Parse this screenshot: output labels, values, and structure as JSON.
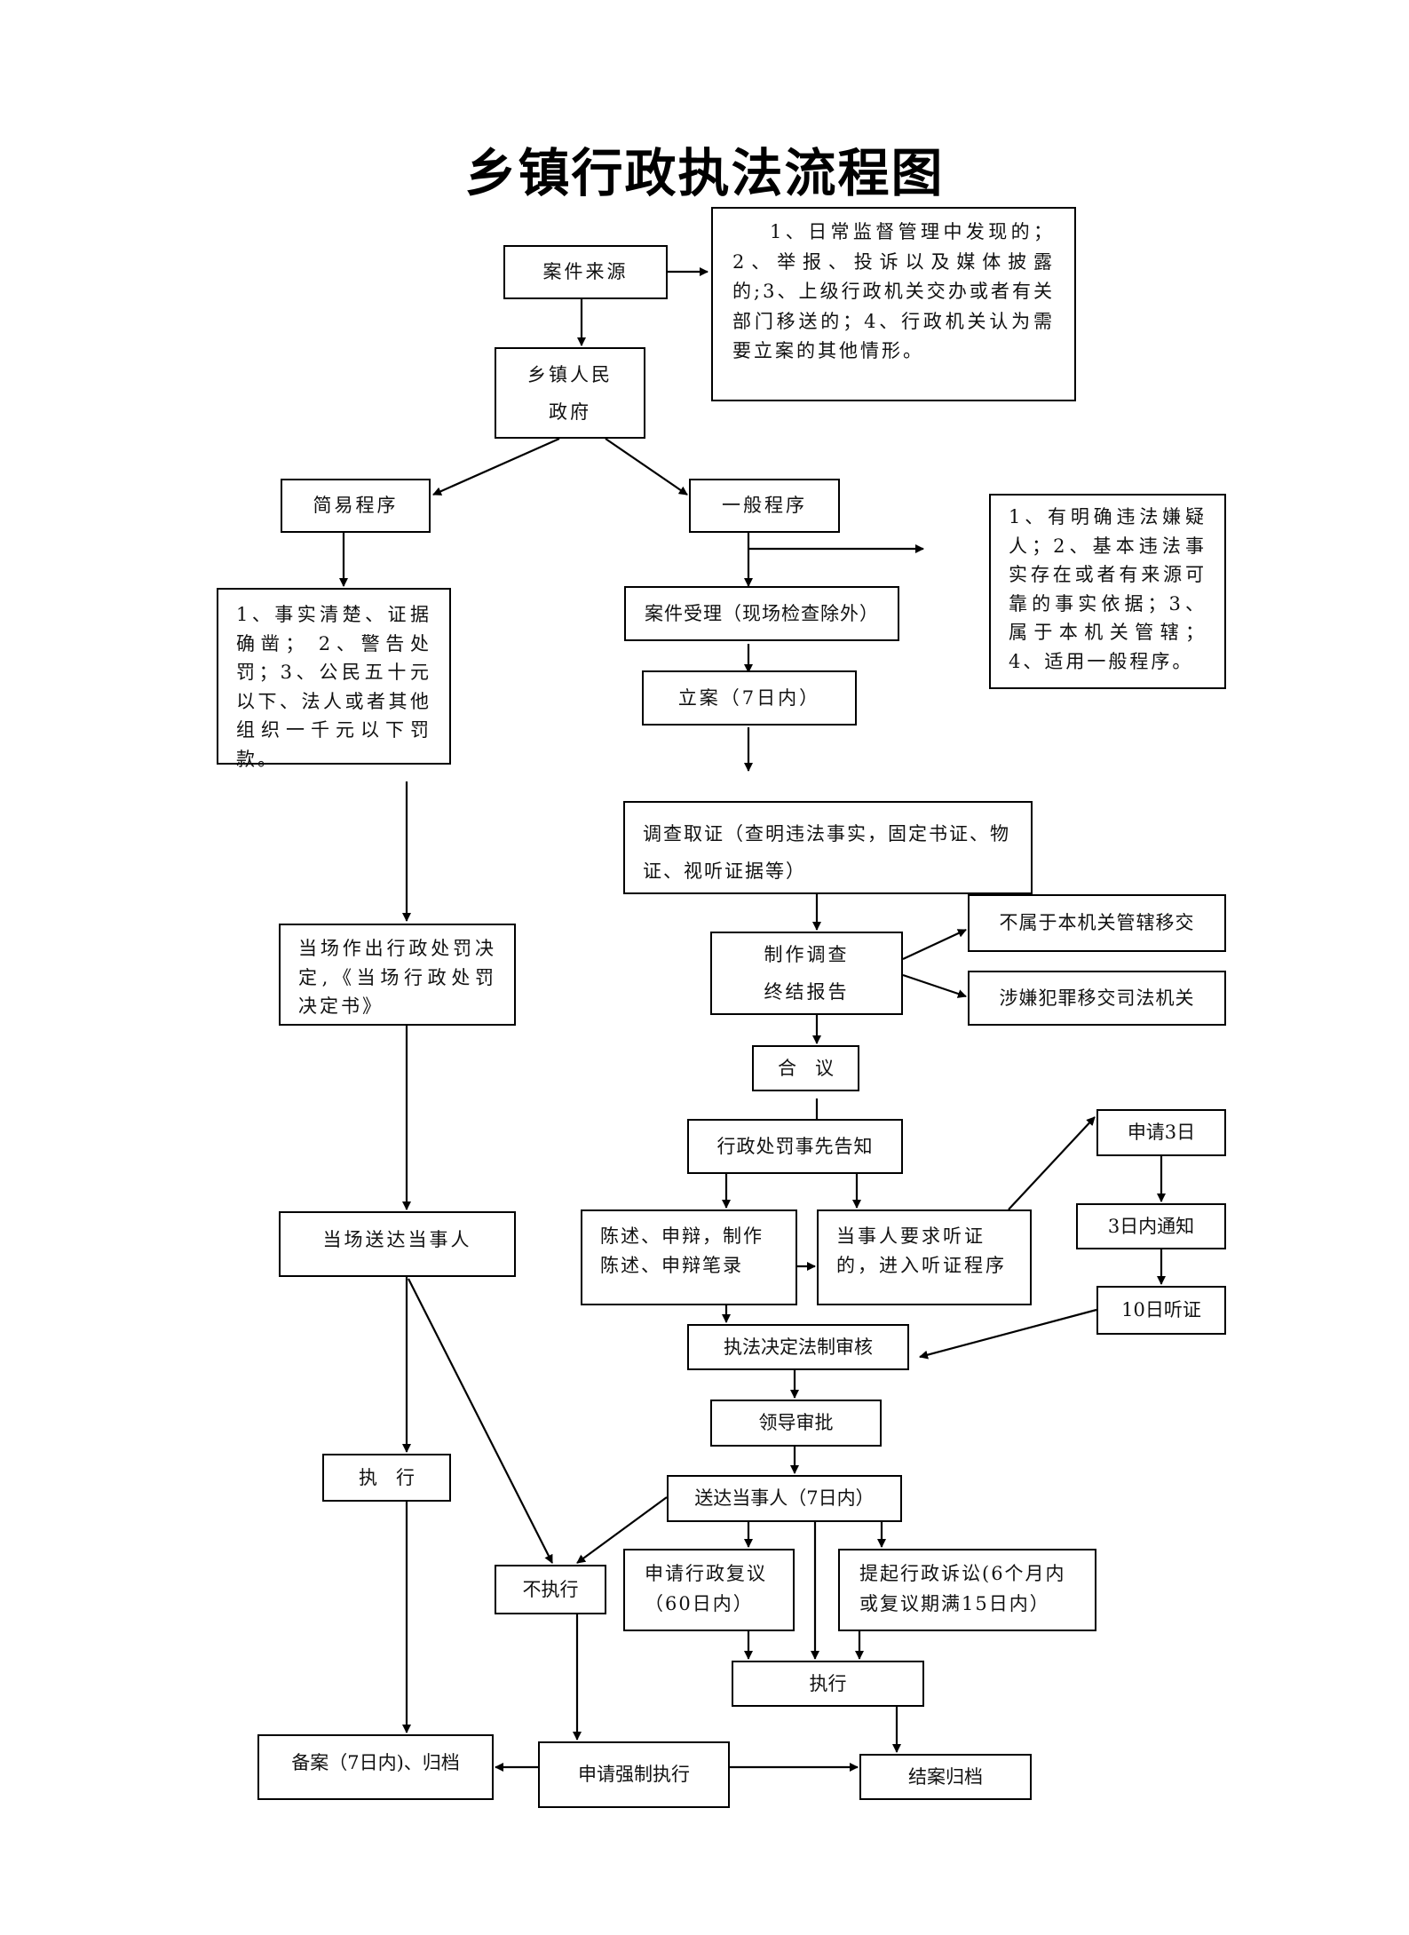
{
  "title": "乡镇行政执法流程图",
  "nodes": {
    "case_source": "案件来源",
    "case_source_note": "1、日常监督管理中发现的；2、举报、投诉以及媒体披露的;3、上级行政机关交办或者有关部门移送的；4、行政机关认为需要立案的其他情形。",
    "township_gov_line1": "乡镇人民",
    "township_gov_line2": "政府",
    "simple_procedure": "简易程序",
    "general_procedure": "一般程序",
    "general_criteria_note": "1、有明确违法嫌疑人；2、基本违法事实存在或者有来源可靠的事实依据；3、属于本机关管辖；4、适用一般程序。",
    "simple_criteria_note": "1、事实清楚、证据确凿； 2、警告处罚；3、公民五十元以下、法人或者其他组织一千元以下罚款。",
    "case_acceptance": "案件受理（现场检查除外）",
    "case_filing": "立案（7日内）",
    "investigation": "调查取证（查明违法事实，固定书证、物证、视听证据等）",
    "not_jurisdiction_transfer": "不属于本机关管辖移交",
    "report_line1": "制作调查",
    "report_line2": "终结报告",
    "criminal_transfer": "涉嫌犯罪移交司法机关",
    "deliberation": "合　议",
    "onsite_decision": "当场作出行政处罚决定,《当场行政处罚决定书》",
    "prior_notice": "行政处罚事先告知",
    "apply_3_days": "申请3日",
    "statement_defense": "陈述、申辩，制作陈述、申辩笔录",
    "hearing_request": "当事人要求听证的，进入听证程序",
    "notify_3_days": "3日内通知",
    "onsite_delivery": "当场送达当事人",
    "hearing_10_days": "10日听证",
    "legal_review": "执法决定法制审核",
    "leader_approval": "领导审批",
    "delivery_7_days": "送达当事人（7日内）",
    "execute_left": "执　行",
    "not_execute": "不执行",
    "admin_reconsideration": "申请行政复议（60日内）",
    "admin_litigation": "提起行政诉讼(6个月内或复议期满15日内）",
    "execute_center": "执行",
    "record_archive": "备案（7日内)、归档",
    "enforcement_application": "申请强制执行",
    "case_close_archive": "结案归档"
  },
  "colors": {
    "line": "#000000",
    "background": "#ffffff",
    "text": "#111111"
  }
}
